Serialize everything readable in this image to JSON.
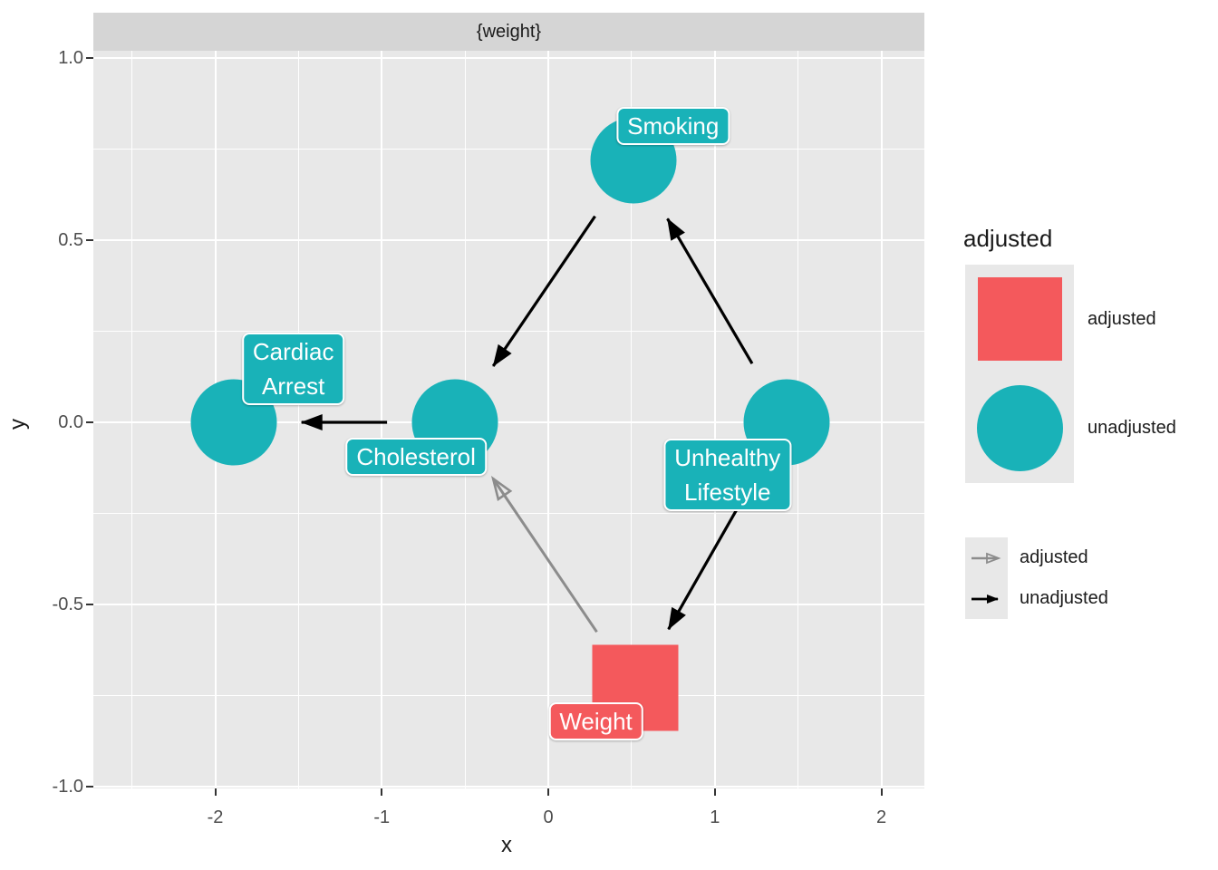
{
  "figure": {
    "facet_label": "{weight}",
    "colors": {
      "background": "#FFFFFF",
      "panel_bg": "#E8E8E8",
      "strip_bg": "#D5D5D5",
      "grid": "#FFFFFF",
      "axis_text": "#4D4D4D",
      "adjusted": "#F4595C",
      "unadjusted": "#19B2B8",
      "edge_adjusted": "#8C8C8C",
      "edge_unadjusted": "#000000"
    }
  },
  "chart_data": {
    "type": "scatter",
    "subtype": "dag",
    "facet_title": "{weight}",
    "xlabel": "x",
    "ylabel": "y",
    "xlim": [
      -2.73,
      2.26
    ],
    "ylim": [
      -1.04,
      1.02
    ],
    "grid": true,
    "legend_position": "right",
    "x_tick_values": [
      -2,
      -1,
      0,
      1,
      2
    ],
    "x_tick_labels": [
      "-2",
      "-1",
      "0",
      "1",
      "2"
    ],
    "y_tick_values": [
      1.0,
      0.5,
      0.0,
      -0.5,
      -1.0
    ],
    "y_tick_labels": [
      "1.0",
      "0.5",
      "0.0",
      "-0.5",
      "-1.0"
    ],
    "nodes": [
      {
        "id": "smoking",
        "label": "Smoking",
        "label_lines": [
          "Smoking"
        ],
        "x": 0.51,
        "y": 0.72,
        "shape": "circle",
        "status": "unadjusted",
        "label_dx": 44,
        "label_dy": -38
      },
      {
        "id": "cardiac_arrest",
        "label": "Cardiac Arrest",
        "label_lines": [
          "Cardiac",
          "Arrest"
        ],
        "x": -1.89,
        "y": 0.0,
        "shape": "circle",
        "status": "unadjusted",
        "label_dx": 66,
        "label_dy": -59
      },
      {
        "id": "cholesterol",
        "label": "Cholesterol",
        "label_lines": [
          "Cholesterol"
        ],
        "x": -0.56,
        "y": 0.0,
        "shape": "circle",
        "status": "unadjusted",
        "label_dx": -43,
        "label_dy": 38
      },
      {
        "id": "unhealthy_lifestyle",
        "label": "Unhealthy Lifestyle",
        "label_lines": [
          "Unhealthy",
          "Lifestyle"
        ],
        "x": 1.43,
        "y": 0.0,
        "shape": "circle",
        "status": "unadjusted",
        "label_dx": -65,
        "label_dy": 58
      },
      {
        "id": "weight",
        "label": "Weight",
        "label_lines": [
          "Weight"
        ],
        "x": 0.52,
        "y": -0.73,
        "shape": "square",
        "status": "adjusted",
        "label_dx": -43,
        "label_dy": 37
      }
    ],
    "edges": [
      {
        "from": "smoking",
        "to": "cholesterol",
        "status": "unadjusted"
      },
      {
        "from": "unhealthy_lifestyle",
        "to": "smoking",
        "status": "unadjusted"
      },
      {
        "from": "cholesterol",
        "to": "cardiac_arrest",
        "status": "unadjusted"
      },
      {
        "from": "unhealthy_lifestyle",
        "to": "weight",
        "status": "unadjusted"
      },
      {
        "from": "weight",
        "to": "cholesterol",
        "status": "adjusted"
      }
    ]
  },
  "legend": {
    "title": "adjusted",
    "shape_items": [
      {
        "label": "adjusted",
        "shape": "square",
        "color": "#F4595C"
      },
      {
        "label": "unadjusted",
        "shape": "circle",
        "color": "#19B2B8"
      }
    ],
    "edge_items": [
      {
        "label": "adjusted",
        "color": "#8C8C8C",
        "head": "open"
      },
      {
        "label": "unadjusted",
        "color": "#000000",
        "head": "filled"
      }
    ]
  }
}
